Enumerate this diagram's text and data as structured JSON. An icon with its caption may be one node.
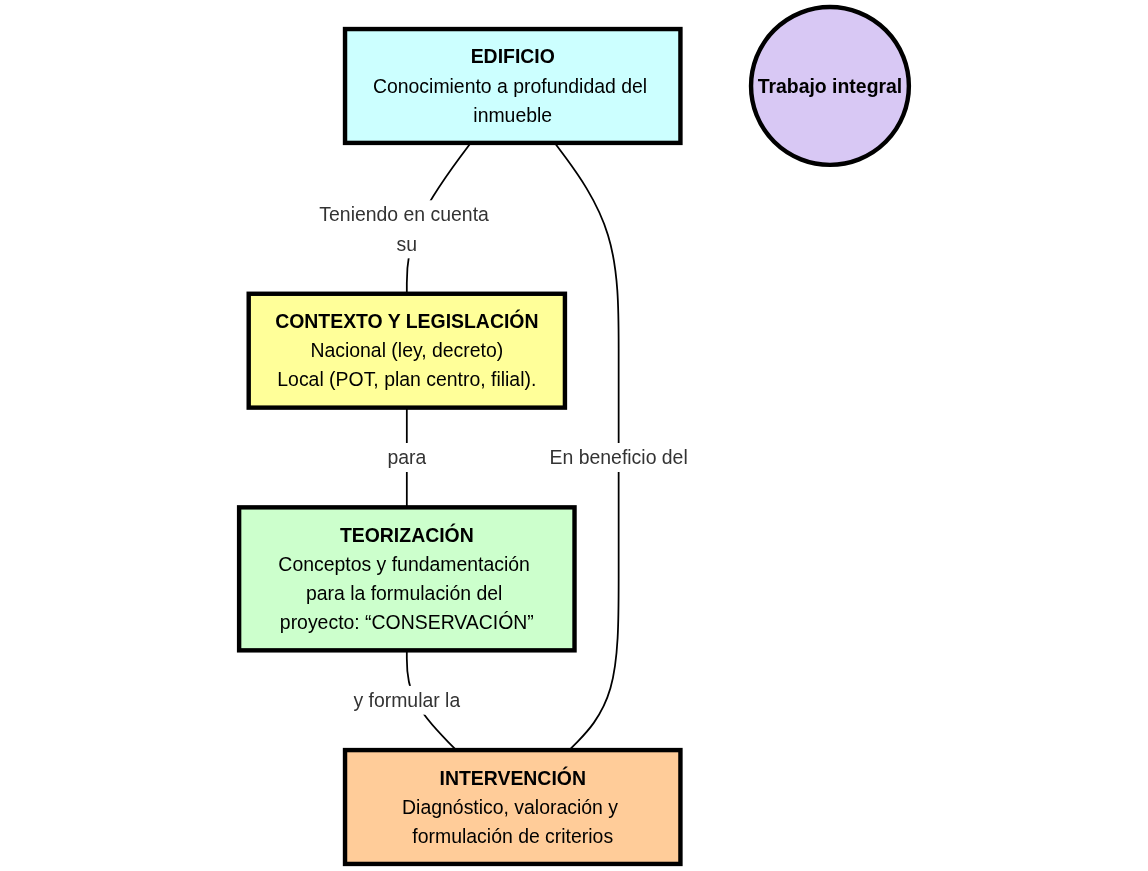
{
  "diagram": {
    "nodes": [
      {
        "text": [
          "EDIFICIO",
          "Conocimiento a profundidad del inmueble"
        ]
      },
      {
        "text": [
          "CONTEXTO Y LEGISLACIÓN",
          "Nacional (ley, decreto)",
          "Local (POT, plan centro, filial)."
        ]
      },
      {
        "text": [
          "Trabajo integral"
        ]
      },
      {
        "text": [
          "TEORIZACIÓN",
          "Conceptos y fundamentación para la formulación del proyecto: “CONSERVACIÓN”"
        ]
      },
      {
        "text": [
          "INTERVENCIÓN",
          "Diagnóstico, valoración y formulación de criterios"
        ]
      }
    ],
    "edges": [
      {
        "from": 0,
        "to": 1,
        "arrow": "none",
        "label": "Teniendo en cuenta su"
      },
      {
        "from": 1,
        "to": 3,
        "arrow": "none",
        "label": "para"
      },
      {
        "from": 3,
        "to": 4,
        "arrow": "none",
        "label": "y formular la"
      },
      {
        "from": 4,
        "to": 0,
        "arrow": "none",
        "label": "En beneficio del"
      }
    ]
  }
}
